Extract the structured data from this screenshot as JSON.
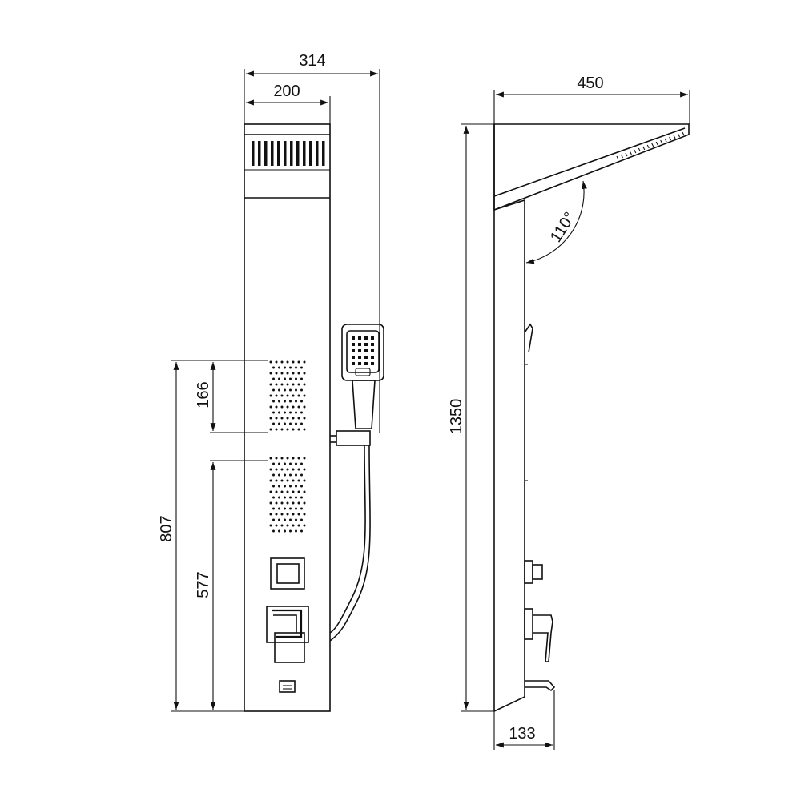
{
  "dimensions": {
    "front_width": "314",
    "panel_width": "200",
    "jet_height": "166",
    "lower_height": "807",
    "spout_height": "577",
    "side_depth": "450",
    "total_height": "1350",
    "base_depth": "133",
    "angle": "110°"
  }
}
